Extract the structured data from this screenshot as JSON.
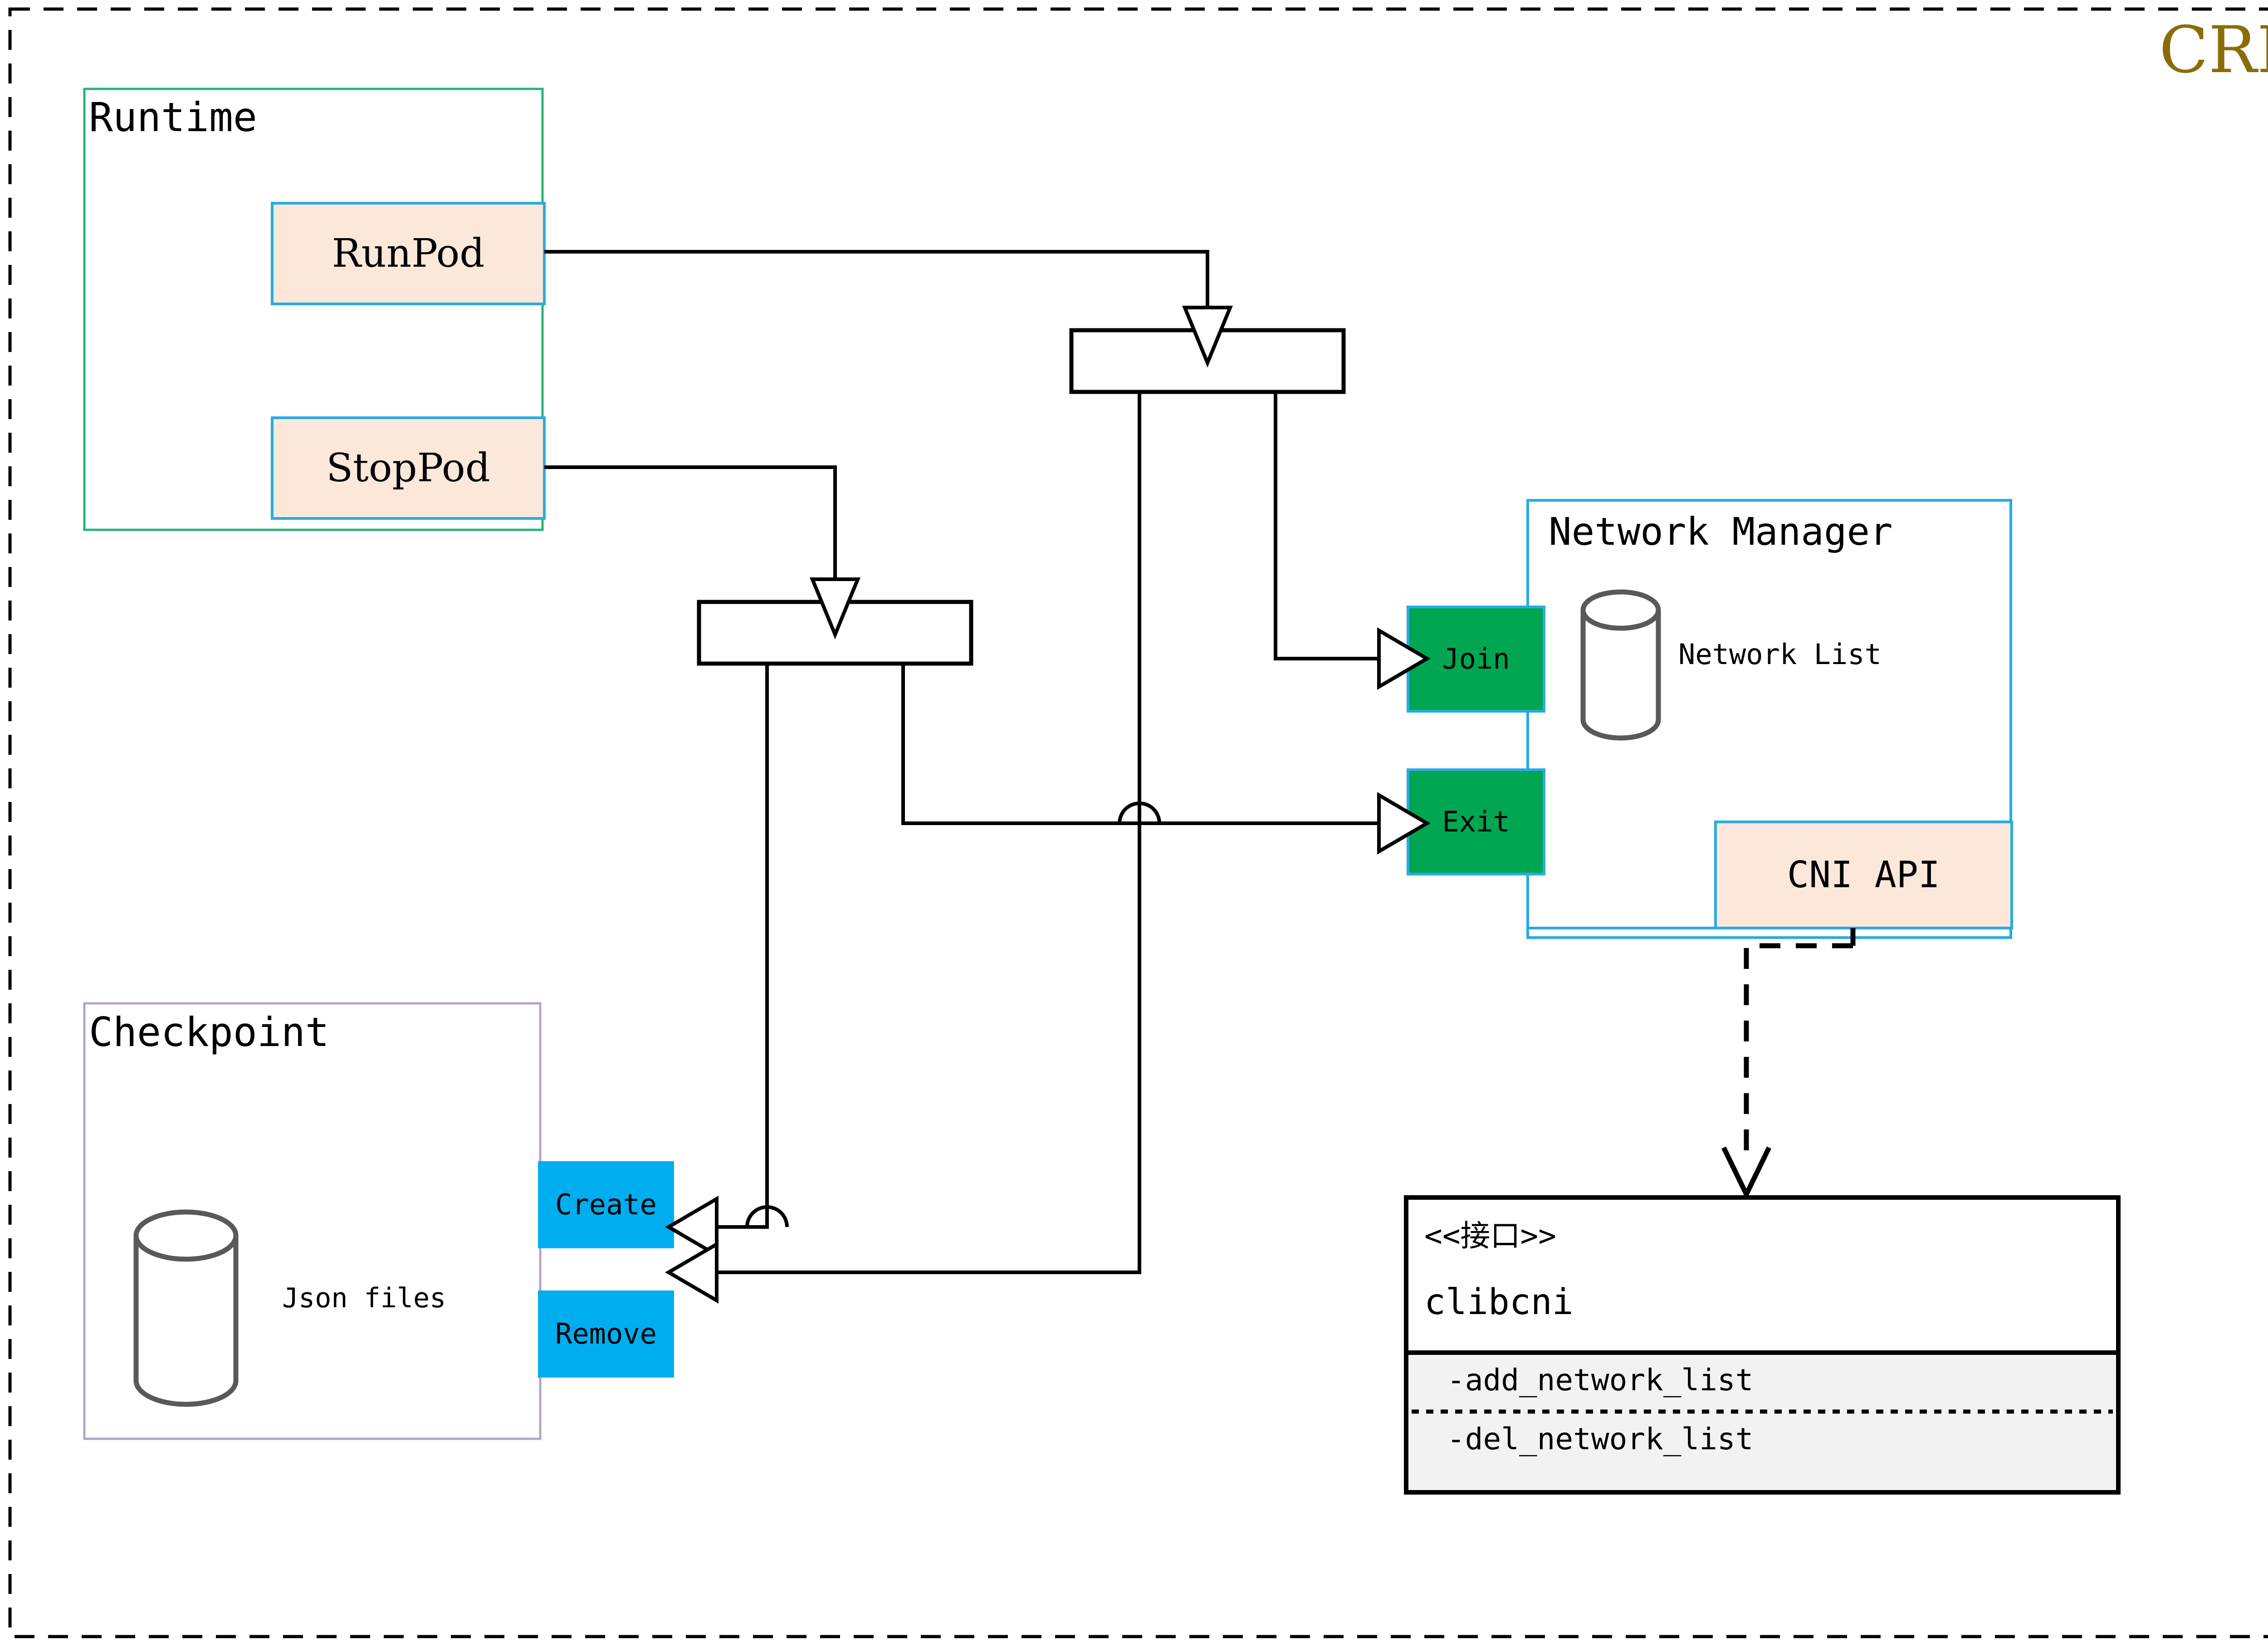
{
  "diagram": {
    "title": "CRI",
    "title_color": "#8a6d08",
    "outer_border": "dashed-black"
  },
  "runtime": {
    "label": "Runtime",
    "border_color": "#22b573",
    "methods": [
      {
        "label": "RunPod",
        "fill": "#fce8da",
        "border": "#29abe2"
      },
      {
        "label": "StopPod",
        "fill": "#fce8da",
        "border": "#29abe2"
      }
    ]
  },
  "checkpoint": {
    "label": "Checkpoint",
    "border_color": "#b3a3c8",
    "store_label": "Json files",
    "actions": [
      {
        "label": "Create",
        "fill": "#00aeef"
      },
      {
        "label": "Remove",
        "fill": "#00aeef"
      }
    ]
  },
  "network_manager": {
    "label": "Network Manager",
    "border_color": "#29abe2",
    "store_label": "Network List",
    "ports": [
      {
        "label": "Join",
        "fill": "#00a651",
        "border": "#29abe2"
      },
      {
        "label": "Exit",
        "fill": "#00a651",
        "border": "#29abe2"
      }
    ],
    "api": {
      "label": "CNI API",
      "fill": "#fce8da",
      "border": "#29abe2"
    }
  },
  "interface_box": {
    "stereotype": "<<接口>>",
    "name": "clibcni",
    "operations": [
      "-add_network_list",
      "-del_network_list"
    ],
    "ops_fill": "#f2f2f2"
  },
  "junctions": [
    {
      "name": "runpod-junction"
    },
    {
      "name": "stoppod-junction"
    }
  ]
}
